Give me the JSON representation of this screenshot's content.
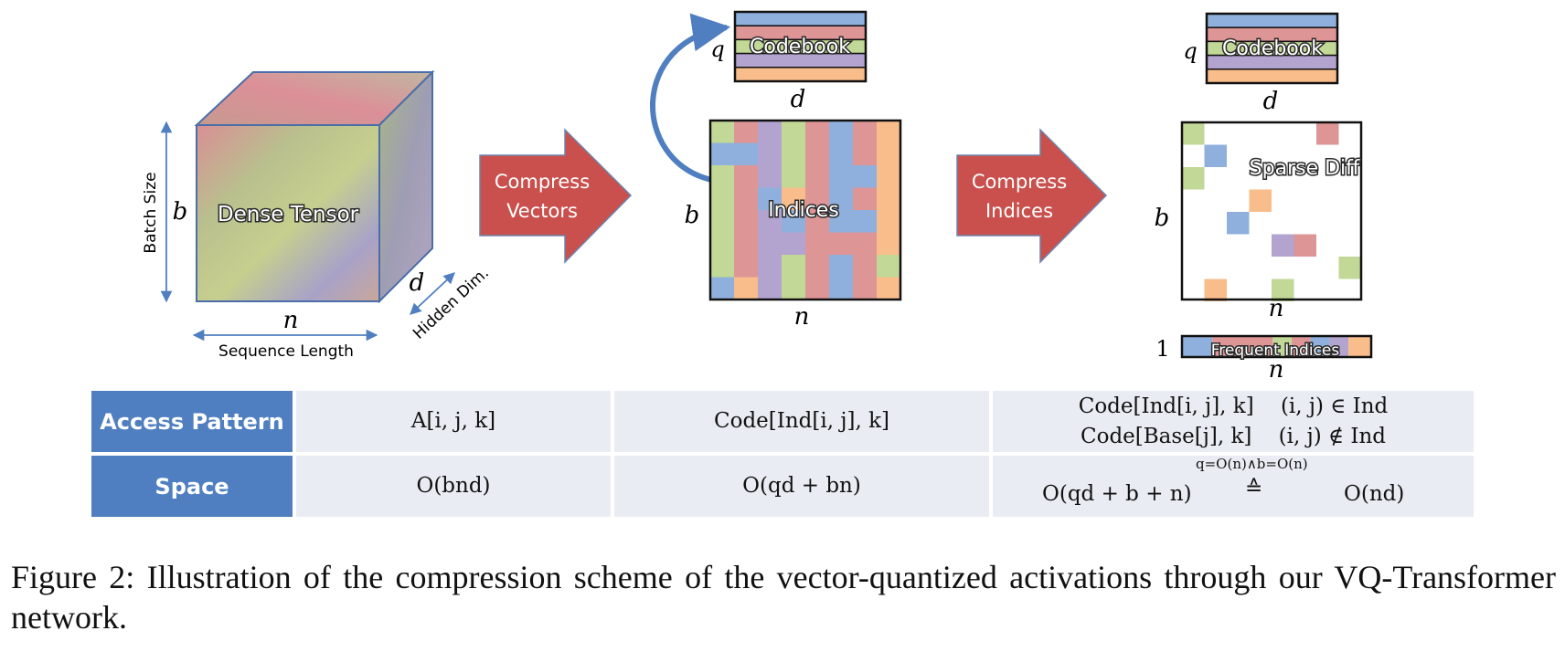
{
  "stage1": {
    "cube_label": "Dense Tensor",
    "dim_b": "b",
    "dim_n": "n",
    "dim_d": "d",
    "axis_batch": "Batch Size",
    "axis_sequence": "Sequence Length",
    "axis_hidden": "Hidden Dim."
  },
  "arrow1": {
    "line1": "Compress",
    "line2": "Vectors"
  },
  "stage2": {
    "codebook_label": "Codebook",
    "dim_q": "q",
    "dim_d": "d",
    "indices_label": "Indices",
    "dim_b": "b",
    "dim_n": "n"
  },
  "arrow2": {
    "line1": "Compress",
    "line2": "Indices"
  },
  "stage3": {
    "codebook_label": "Codebook",
    "dim_q": "q",
    "dim_d": "d",
    "sparse_label": "Sparse Diff",
    "dim_b": "b",
    "dim_n": "n",
    "freq_label": "Frequent Indices",
    "freq_dim_1": "1",
    "freq_dim_n": "n"
  },
  "table": {
    "rows": [
      {
        "header": "Access Pattern",
        "col1": "A[i, j, k]",
        "col2": "Code[Ind[i, j], k]",
        "col3_line1": "Code[Ind[i, j], k]    (i, j) ∈ Ind",
        "col3_line2": "Code[Base[j], k]    (i, j) ∉ Ind"
      },
      {
        "header": "Space",
        "col1": "O(bnd)",
        "col2": "O(qd + bn)",
        "col3_left": "O(qd + b + n)",
        "col3_cond": "q=O(n)∧b=O(n)",
        "col3_eq": "≙",
        "col3_right": "O(nd)"
      }
    ]
  },
  "caption": "Figure 2: Illustration of the compression scheme of the vector-quantized activations through our VQ-Transformer network.",
  "colors": {
    "blue": "#8fb0dc",
    "red": "#de9596",
    "purple": "#b3a3cf",
    "green": "#c2d896",
    "orange": "#f9bd8b",
    "arrow_red": "#c9504d",
    "table_header": "#4f7fc0",
    "table_cell": "#e9edf3"
  }
}
